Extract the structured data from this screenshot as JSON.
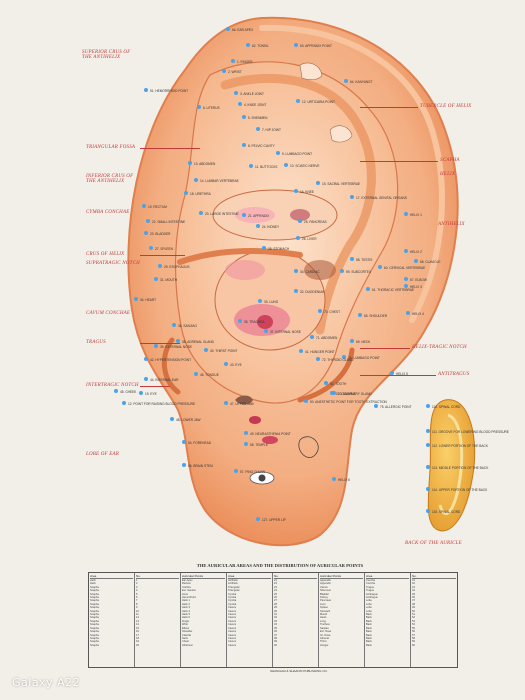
{
  "labels": {
    "superior_crus": "SUPERIOR CRUS OF\nTHE ANTIHELIX",
    "triangular_fossa": "TRIANGULAR FOSSA",
    "inferior_crus": "INFERIOR CRUS OF\nTHE ANTIHELIX",
    "cymba_conchae": "CYMBA CONCHAE",
    "crus_helix": "CRUS OF HELIX",
    "supratragic_notch": "SUPRATRAGIC NOTCH",
    "cavum_conchae": "CAVUM CONCHAE",
    "tragus": "TRAGUS",
    "intertragic_notch": "INTERTRAGIC NOTCH",
    "lobe_of_ear": "LOBE OF EAR",
    "tubercle_helix": "TUBERCLE OF HELIX",
    "scapha": "SCAPHA",
    "helix": "HELIX",
    "antihelix": "ANTIHELIX",
    "helix_tragic_notch": "HELIX-TRAGIC NOTCH",
    "antitragus": "ANTITRAGUS",
    "back_auricle": "BACK OF THE AURICLE"
  },
  "points": [
    "66. EAR APEX",
    "62. TONSIL",
    "63. APPENDIX POINT",
    "51. HEMORRHOID POINT",
    "64. KANYANGT",
    "1. FINGER",
    "2. WRIST",
    "3. ANKLE JOINT",
    "4. KNEE JOINT",
    "5. SHENMEN",
    "12. URTICARIA POINT",
    "6. UTERUS",
    "7. HIP JOINT",
    "8. PELVIC CAVITY",
    "9. LUMBAGO POINT",
    "10. SCIATIC NERVE",
    "11. BUTTOCKS",
    "13. ABDOMEN",
    "14. LUMBAR VERTEBRAE",
    "15. SACRAL VERTEBRAE",
    "16. KNEE",
    "17. EXTERNAL GENITAL ORGANS",
    "18. URETHRA",
    "19. RECTUM",
    "20. LARGE INTESTINE",
    "21. APPENDIX",
    "22. SMALL INTESTINE",
    "23. BLADDER",
    "24. KIDNEY",
    "25. PANCREAS",
    "26. LIVER",
    "27. SPLEEN",
    "28. STOMACH",
    "29. ESOPHAGUS",
    "30. CARDIAC",
    "31. MOUTH",
    "32. DUODENUM",
    "33. LUNG",
    "34. HEART",
    "35. TRACHEA",
    "36. SANJIAO",
    "37. INTERNAL NOSE",
    "38. ADRENAL GLAND",
    "39. EXTERNAL NOSE",
    "40. THIRST POINT",
    "41. HUNGER POINT",
    "42. HYPERTENSION POINT",
    "43. EYE",
    "44. INTERNAL EAR",
    "45. CHEEK",
    "46. TONGUE",
    "47. UPPER JAW",
    "48. LOWER JAW",
    "49. NEURASTHENIA POINT",
    "50. ANESTHETIC POINT FOR TOOTH EXTRACTION",
    "52. TOOTH",
    "53. OCCIPUT",
    "54. FOREHEAD",
    "55. TEMPLE",
    "56. BRAIN STEM",
    "57. PING CHUAN",
    "58. TESTIS",
    "59. SUBCORTEX",
    "60. CERVICAL VERTEBRAE",
    "61. THORACIC VERTEBRAE",
    "65. SHOULDER",
    "67. ELBOW",
    "68. CLAVICLE",
    "69. NECK",
    "70. CHEST",
    "71. ABDOMEN",
    "72. THYROID GLAND",
    "73. MAMMARY GLAND",
    "74. LUMBAGO POINT",
    "75. ALLERGIC POINT",
    "HELIX 1",
    "HELIX 2",
    "HELIX 3",
    "HELIX 4",
    "HELIX 5",
    "HELIX 6",
    "110. SPINAL CORD",
    "111. GROOVE FOR LOWERING BLOOD PRESSURE",
    "112. LOWER PORTION OF THE BACK",
    "113. MIDDLE PORTION OF THE BACK",
    "114. UPPER PORTION OF THE BACK",
    "115. SPINAL CORD",
    "12. POINT FOR RAISING BLOOD PRESSURE",
    "19. EYE",
    "127. UPPER LIP"
  ],
  "title": "THE AURICULAR AREAS AND THE DISTRIBUTION OF AURICULAR POINTS",
  "publisher": "SHANGHAI & SHAANXI PUBLISHING CO.",
  "table": {
    "headers": [
      "Area",
      "No.",
      "Auricular Points",
      "Area",
      "No.",
      "Auricular Points",
      "Area",
      "No."
    ],
    "rows": [
      [
        "Helix",
        "1",
        "Ear Apex",
        "Antihelix",
        "21",
        "Appendix",
        "Concha",
        "41"
      ],
      [
        "Helix",
        "2",
        "Rectum",
        "Antihelix",
        "22",
        "Appendix",
        "Concha",
        "42"
      ],
      [
        "Scapha",
        "3",
        "Urethra",
        "Triangular",
        "23",
        "Uterus",
        "Tragus",
        "43"
      ],
      [
        "Scapha",
        "4",
        "Ext. Genital",
        "Triangular",
        "24",
        "Shenmen",
        "Tragus",
        "44"
      ],
      [
        "Scapha",
        "5",
        "Anus",
        "Cymba",
        "25",
        "Bladder",
        "Antitragus",
        "45"
      ],
      [
        "Scapha",
        "6",
        "Hemorrhoid",
        "Cymba",
        "26",
        "Kidney",
        "Antitragus",
        "46"
      ],
      [
        "Scapha",
        "7",
        "Helix 1",
        "Cymba",
        "27",
        "Pancreas",
        "Lobe",
        "47"
      ],
      [
        "Scapha",
        "8",
        "Helix 2",
        "Cymba",
        "28",
        "Liver",
        "Lobe",
        "48"
      ],
      [
        "Scapha",
        "9",
        "Helix 3",
        "Cavum",
        "29",
        "Spleen",
        "Lobe",
        "49"
      ],
      [
        "Scapha",
        "10",
        "Helix 4",
        "Cavum",
        "30",
        "Stomach",
        "Lobe",
        "50"
      ],
      [
        "Scapha",
        "11",
        "Helix 5",
        "Cavum",
        "31",
        "Mouth",
        "Back",
        "51"
      ],
      [
        "Scapha",
        "12",
        "Helix 6",
        "Cavum",
        "32",
        "Heart",
        "Back",
        "52"
      ],
      [
        "Scapha",
        "13",
        "Finger",
        "Cavum",
        "33",
        "Lung",
        "Back",
        "53"
      ],
      [
        "Scapha",
        "14",
        "Wrist",
        "Cavum",
        "34",
        "Trachea",
        "Back",
        "54"
      ],
      [
        "Scapha",
        "15",
        "Elbow",
        "Cavum",
        "35",
        "Sanjiao",
        "Back",
        "55"
      ],
      [
        "Scapha",
        "16",
        "Shoulder",
        "Cavum",
        "36",
        "Ext. Nose",
        "Back",
        "56"
      ],
      [
        "Scapha",
        "17",
        "Clavicle",
        "Cavum",
        "37",
        "Int. Nose",
        "Back",
        "57"
      ],
      [
        "Scapha",
        "18",
        "Neck",
        "Cavum",
        "38",
        "Adrenal",
        "Back",
        "58"
      ],
      [
        "Scapha",
        "19",
        "Chest",
        "Cavum",
        "39",
        "Thirst",
        "Back",
        "59"
      ],
      [
        "Scapha",
        "20",
        "Abdomen",
        "Cavum",
        "40",
        "Hunger",
        "Back",
        "60"
      ]
    ]
  },
  "watermark": "Galaxy A22",
  "colors": {
    "ear_fill": "#f0a77a",
    "ear_edge": "#ec9160",
    "dot": "#4aa3e8",
    "label": "#c23a3a",
    "background": "#f2efe8"
  }
}
